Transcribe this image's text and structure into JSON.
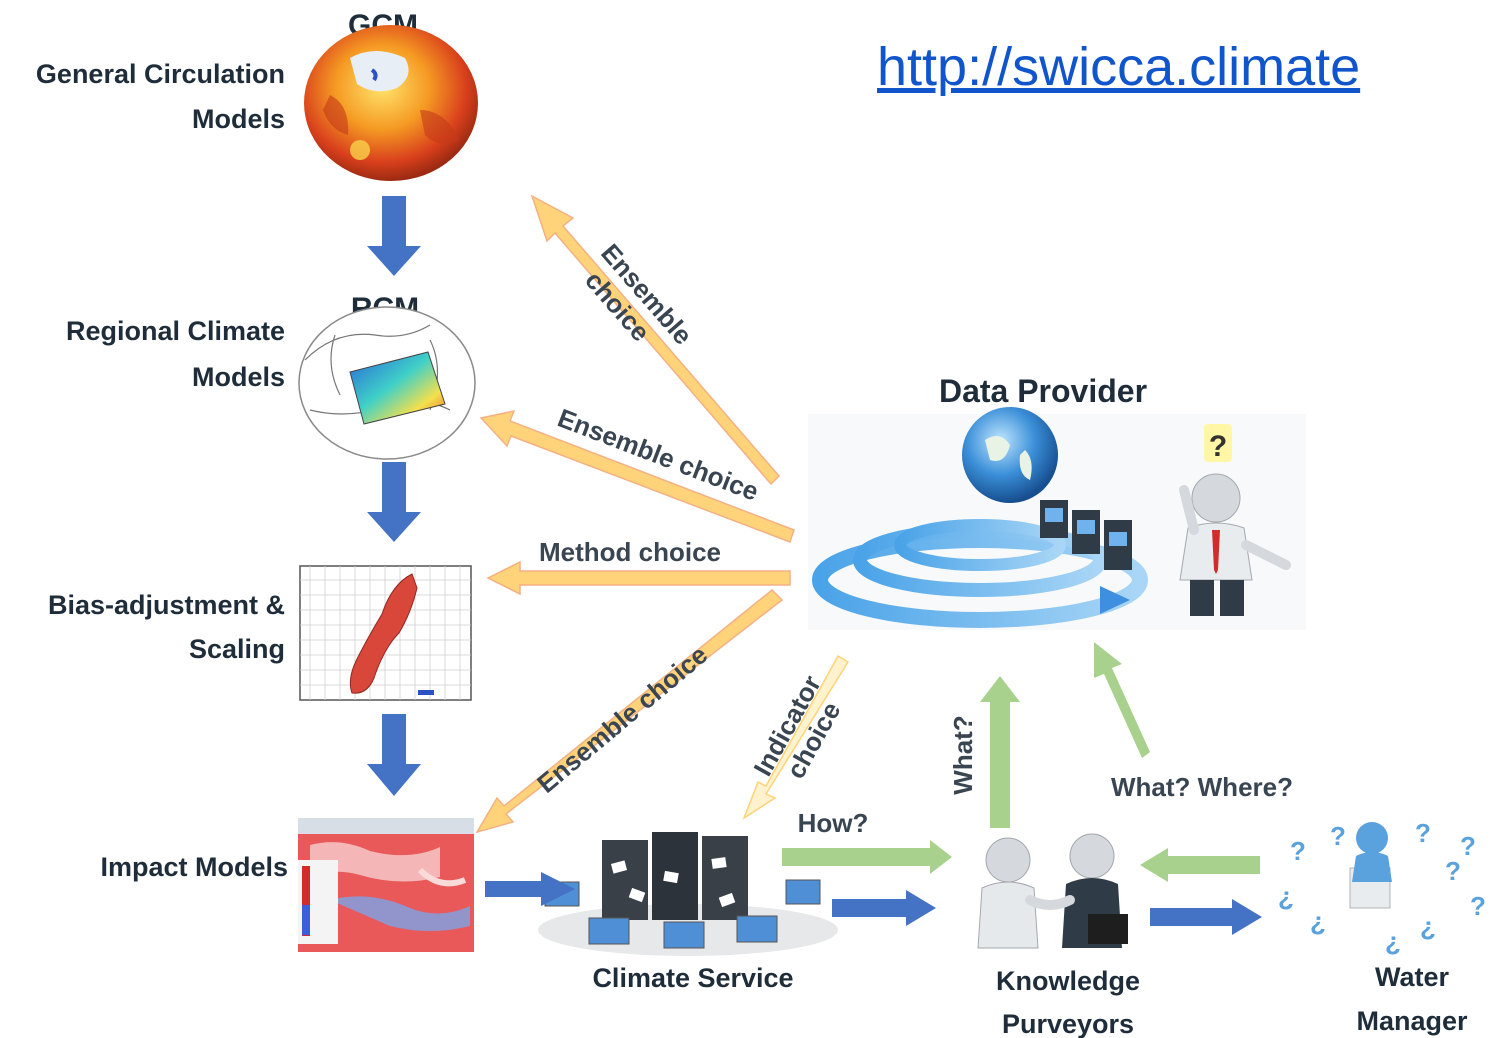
{
  "url": "http://swicca.climate",
  "chain": {
    "gcm": {
      "picture_label": "GCM",
      "label_line1": "General Circulation",
      "label_line2": "Models"
    },
    "rcm": {
      "picture_label": "RCM",
      "label_line1": "Regional Climate",
      "label_line2": "Models"
    },
    "bias": {
      "label_line1": "Bias-adjustment &",
      "label_line2": "Scaling"
    },
    "impact": {
      "label": "Impact Models"
    }
  },
  "actors": {
    "data_provider": {
      "label": "Data Provider",
      "question_mark": "?"
    },
    "climate_service": {
      "label": "Climate Service"
    },
    "knowledge_purveyors": {
      "label_line1": "Knowledge",
      "label_line2": "Purveyors"
    },
    "water_manager": {
      "label_line1": "Water",
      "label_line2": "Manager"
    }
  },
  "arrow_labels": {
    "ensemble_gcm_line1": "Ensemble",
    "ensemble_gcm_line2": "choice",
    "ensemble_rcm": "Ensemble choice",
    "method": "Method choice",
    "ensemble_impact": "Ensemble choice",
    "indicator_line1": "Indicator",
    "indicator_line2": "choice",
    "how": "How?",
    "what": "What?",
    "what_where": "What? Where?"
  },
  "colors": {
    "blue_arrow": "#4472c4",
    "green_arrow": "#a9d18e",
    "orange_arrow": "#ffd37a",
    "orange_outline": "#f4b183",
    "light_arrow": "#fff2cc"
  }
}
